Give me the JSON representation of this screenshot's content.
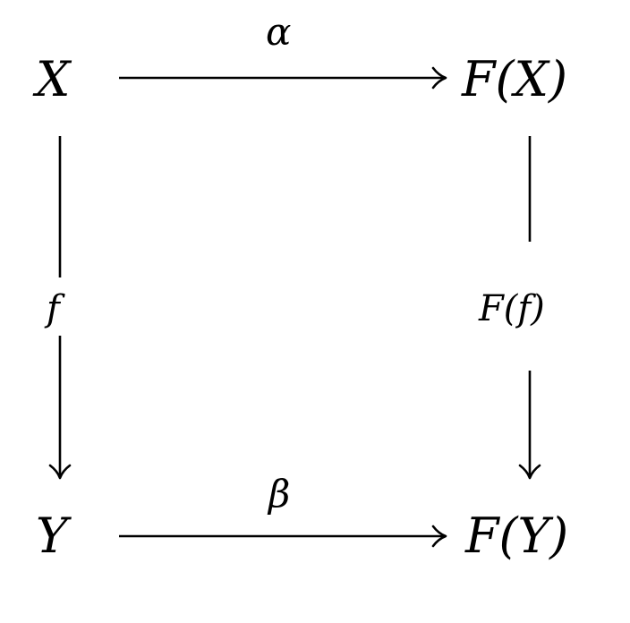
{
  "nodes": {
    "top_left": "X",
    "top_right": "F(X)",
    "bottom_left": "Y",
    "bottom_right": "F(Y)"
  },
  "morphisms": {
    "top": "α",
    "bottom": "β",
    "left": "f",
    "right": "F(f)"
  },
  "colors": {
    "ink": "#000000",
    "background": "#ffffff"
  }
}
